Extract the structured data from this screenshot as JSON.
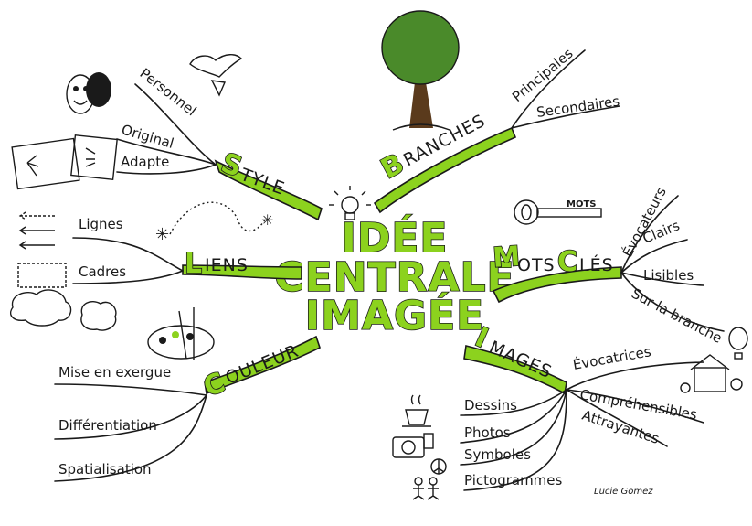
{
  "center": {
    "line1": "IDÉE",
    "line2": "CENTRALE",
    "line3": "IMAGÉE"
  },
  "style": {
    "cap": "S",
    "rest": "TYLE",
    "children": [
      "Personnel",
      "Original",
      "Adapte"
    ]
  },
  "branches": {
    "cap": "B",
    "rest": "RANCHES",
    "children": [
      "Principales",
      "Secondaires"
    ]
  },
  "liens": {
    "cap": "L",
    "rest": "IENS",
    "children": [
      "Lignes",
      "Cadres"
    ]
  },
  "motscles": {
    "cap1": "M",
    "rest1": "OTS",
    "cap2": "C",
    "rest2": "LÉS",
    "children": [
      "Évocateurs",
      "Clairs",
      "Lisibles",
      "Sur la branche"
    ],
    "key_label": "MOTS"
  },
  "couleur": {
    "cap": "C",
    "rest": "OULEUR",
    "children": [
      "Mise en exergue",
      "Différentiation",
      "Spatialisation"
    ]
  },
  "images": {
    "cap": "I",
    "rest": "MAGES",
    "children": [
      "Évocatrices",
      "Compréhensibles",
      "Attrayantes",
      "Dessins",
      "Photos",
      "Symboles",
      "Pictogrammes"
    ]
  },
  "signature": "Lucie Gomez",
  "colors": {
    "accent": "#8cd21e",
    "ink": "#1a1a1a",
    "tree_leaves": "#4a8a2a",
    "tree_trunk": "#5a3a1c"
  }
}
